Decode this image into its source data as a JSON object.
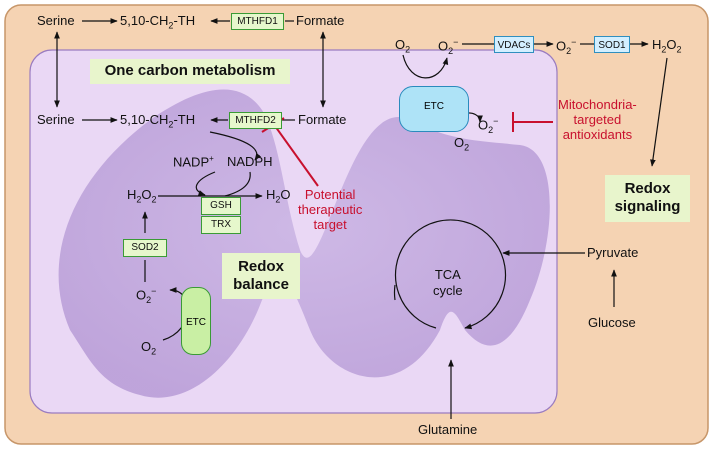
{
  "labels": {
    "serine_top": "Serine",
    "ch2th_top": "5,10-CH",
    "ch2th_top_sub": "2",
    "ch2th_top_tail": "-TH",
    "formate_top": "Formate",
    "serine_mid": "Serine",
    "ch2th_mid": "5,10-CH",
    "ch2th_mid_sub": "2",
    "ch2th_mid_tail": "-TH",
    "formate_mid": "Formate",
    "nadp": "NADP",
    "nadp_sup": "+",
    "nadph": "NADPH",
    "h2o2_left": "H",
    "h2o2_left_sub1": "2",
    "h2o2_left_o": "O",
    "h2o2_left_sub2": "2",
    "h2o": "H",
    "h2o_sub": "2",
    "h2o_o": "O",
    "o2minus_left": "O",
    "o2minus_left_sub": "2",
    "o2minus_left_sup": "−",
    "o2_left": "O",
    "o2_left_sub": "2",
    "o2_top": "O",
    "o2_top_sub": "2",
    "o2minus_top": "O",
    "o2minus_top_sub": "2",
    "o2minus_top_sup": "−",
    "o2minus_after_vdac": "O",
    "o2minus_after_vdac_sub": "2",
    "o2minus_after_vdac_sup": "−",
    "h2o2_right": "H",
    "h2o2_right_sub1": "2",
    "h2o2_right_o": "O",
    "h2o2_right_sub2": "2",
    "o2minus_etc": "O",
    "o2minus_etc_sub": "2",
    "o2minus_etc_sup": "−",
    "o2_etc": "O",
    "o2_etc_sub": "2",
    "tca": "TCA",
    "cycle": "cycle",
    "pyruvate": "Pyruvate",
    "glucose": "Glucose",
    "glutamine": "Glutamine"
  },
  "boxes": {
    "mthfd1": "MTHFD1",
    "mthfd2": "MTHFD2",
    "gsh": "GSH",
    "trx": "TRX",
    "sod2": "SOD2",
    "vdacs": "VDACs",
    "sod1": "SOD1",
    "etc_left": "ETC",
    "etc_right": "ETC"
  },
  "titles": {
    "one_carbon": "One carbon metabolism",
    "redox_balance_1": "Redox",
    "redox_balance_2": "balance",
    "redox_signaling_1": "Redox",
    "redox_signaling_2": "signaling"
  },
  "annotations": {
    "therapeutic_1": "Potential",
    "therapeutic_2": "therapeutic",
    "therapeutic_3": "target",
    "antiox_1": "Mitochondria-",
    "antiox_2": "targeted",
    "antiox_3": "antioxidants"
  },
  "colors": {
    "cell": "#f5d3b3",
    "mito": "#ead8f5",
    "cristae": "#c7b0e0",
    "inhibit": "#c8102e",
    "box_green": "#e6f7cc",
    "box_blue": "#d3efff"
  }
}
